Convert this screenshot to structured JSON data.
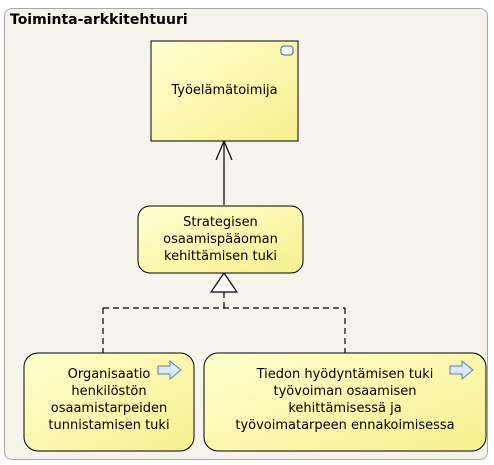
{
  "container": {
    "title": "Toiminta-arkkitehtuuri"
  },
  "nodes": {
    "actor": {
      "label": "Työelämätoimija",
      "kind": "business-role",
      "icon": "role-icon"
    },
    "strategic_service": {
      "lines": [
        "Strategisen",
        "osaamispääoman",
        "kehittämisen tuki"
      ],
      "kind": "business-service"
    },
    "org_service": {
      "lines": [
        "Organisaatio",
        "henkilöstön",
        "osaamistarpeiden",
        "tunnistamisen tuki"
      ],
      "kind": "business-service",
      "icon": "service-arrow-icon"
    },
    "info_service": {
      "lines": [
        "Tiedon hyödyntämisen tuki",
        "työvoiman osaamisen",
        "kehittämisessä ja",
        "työvoimatarpeen ennakoimisessa"
      ],
      "kind": "business-service",
      "icon": "service-arrow-icon"
    }
  },
  "relations": [
    {
      "from": "strategic_service",
      "to": "actor",
      "type": "used-by"
    },
    {
      "from": "org_service",
      "to": "strategic_service",
      "type": "specialization"
    },
    {
      "from": "info_service",
      "to": "strategic_service",
      "type": "specialization"
    }
  ],
  "colors": {
    "frame_bg": "#f5f3ec",
    "frame_border": "#a9a9a9",
    "node_fill": "#ffffb5",
    "node_border": "#000000",
    "icon_fill": "#dde8f8",
    "icon_stroke": "#5a7bb5"
  }
}
